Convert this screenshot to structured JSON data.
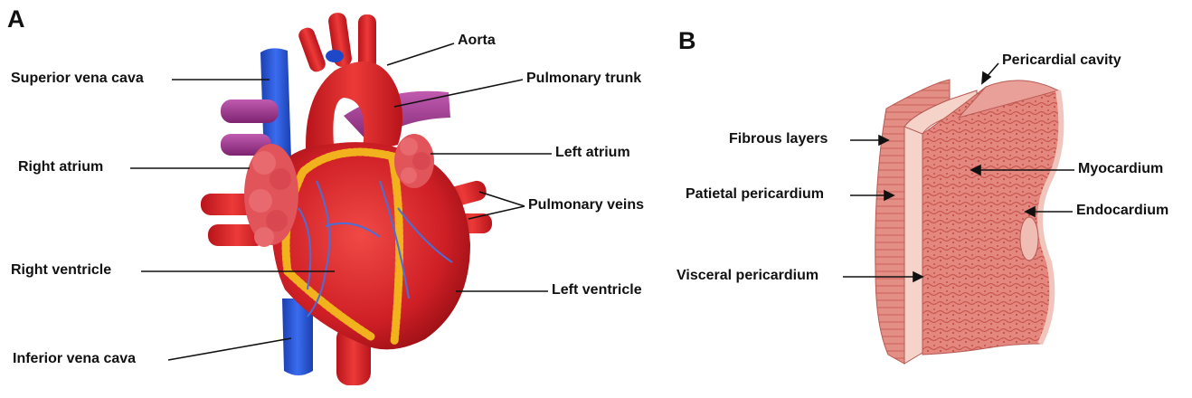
{
  "panel_a": {
    "letter": "A",
    "labels": {
      "superior_vena_cava": "Superior vena cava",
      "aorta": "Aorta",
      "pulmonary_trunk": "Pulmonary trunk",
      "right_atrium": "Right atrium",
      "left_atrium": "Left atrium",
      "pulmonary_veins": "Pulmonary veins",
      "right_ventricle": "Right ventricle",
      "left_ventricle": "Left ventricle",
      "inferior_vena_cava": "Inferior vena cava"
    }
  },
  "panel_b": {
    "letter": "B",
    "labels": {
      "pericardial_cavity": "Pericardial cavity",
      "fibrous_layers": "Fibrous layers",
      "myocardium": "Myocardium",
      "patietal_pericardium": "Patietal pericardium",
      "endocardium": "Endocardium",
      "visceral_pericardium": "Visceral pericardium"
    }
  },
  "colors": {
    "heart_red": "#d8262b",
    "vein_blue": "#2553d9",
    "pulmonary_purple": "#a23a8e",
    "fat_yellow": "#f2b21e",
    "atrium_pink": "#e0545a",
    "tissue_pink": "#e88f8a",
    "tissue_light": "#f6d3c8"
  }
}
